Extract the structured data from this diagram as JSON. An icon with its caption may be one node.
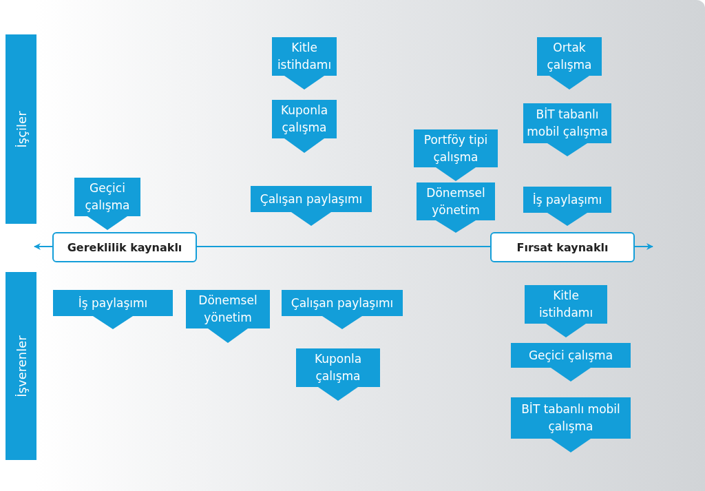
{
  "diagram": {
    "nodes": [
      {
        "text": [
          "İşçiler"
        ]
      },
      {
        "text": [
          "Kitle istihdamı"
        ]
      },
      {
        "text": [
          "Ortak çalışma"
        ]
      },
      {
        "text": [
          "Kuponla çalışma"
        ]
      },
      {
        "text": [
          "BİT tabanlı mobil çalışma"
        ]
      },
      {
        "text": [
          "Portföy tipi çalışma"
        ]
      },
      {
        "text": [
          "Geçici çalışma"
        ]
      },
      {
        "text": [
          "Çalışan paylaşımı"
        ]
      },
      {
        "text": [
          "Dönemsel yönetim"
        ]
      },
      {
        "text": [
          "İş paylaşımı"
        ]
      },
      {
        "text": [
          "Gereklilik kaynaklı"
        ]
      },
      {
        "text": [
          "Fırsat kaynaklı"
        ]
      },
      {
        "text": [
          "İşverenler"
        ]
      },
      {
        "text": [
          "İş paylaşımı"
        ]
      },
      {
        "text": [
          "Dönemsel yönetim"
        ]
      },
      {
        "text": [
          "Çalışan paylaşımı"
        ]
      },
      {
        "text": [
          "Kitle istihdamı"
        ]
      },
      {
        "text": [
          "Kuponla çalışma"
        ]
      },
      {
        "text": [
          "Geçici çalışma"
        ]
      },
      {
        "text": [
          "BİT tabanlı mobil çalışma"
        ]
      }
    ],
    "edges": [
      {
        "from": 10,
        "to": 11,
        "arrow": "none"
      },
      {
        "from": 10,
        "to": null,
        "arrow": "to"
      },
      {
        "from": 11,
        "to": null,
        "arrow": "to"
      }
    ]
  }
}
